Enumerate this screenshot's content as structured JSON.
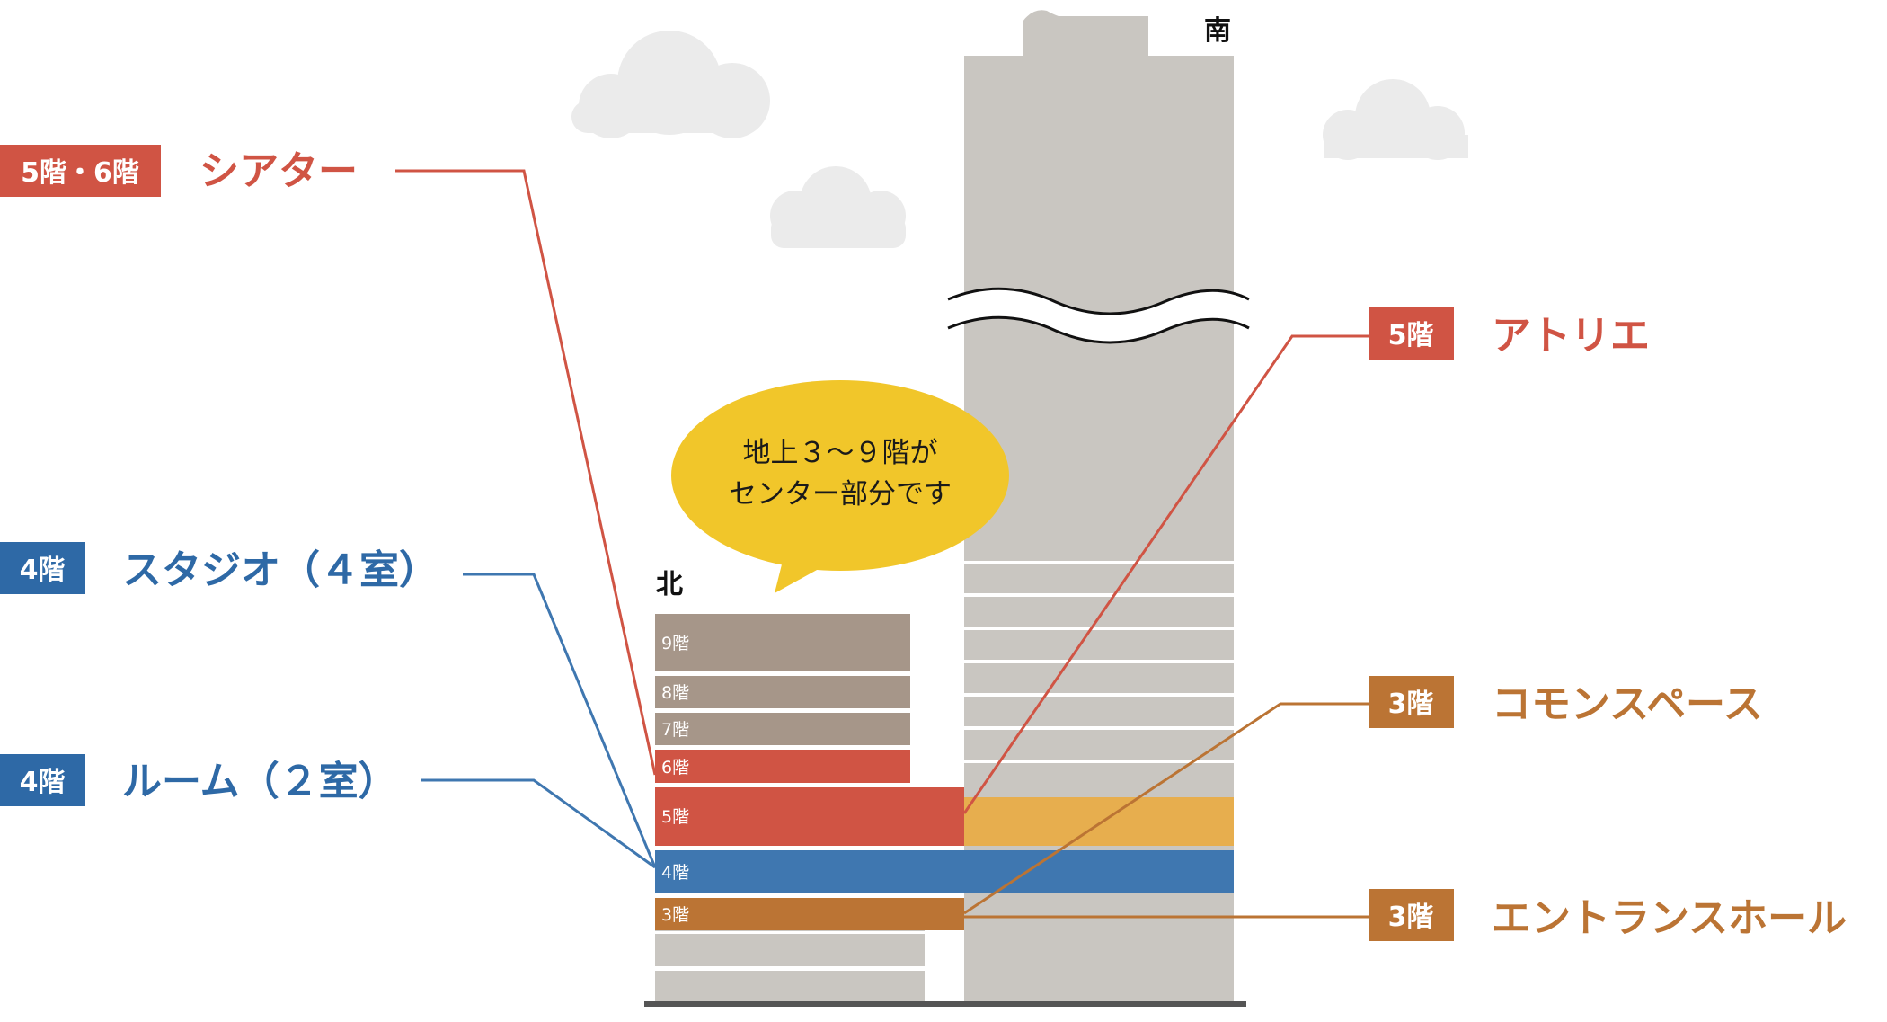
{
  "directions": {
    "south": "南",
    "north": "北"
  },
  "bubble": {
    "line1": "地上３～９階が",
    "line2": "センター部分です"
  },
  "north_floors": [
    {
      "label": "9階",
      "kind": "other"
    },
    {
      "label": "8階",
      "kind": "other"
    },
    {
      "label": "7階",
      "kind": "other"
    },
    {
      "label": "6階",
      "kind": "theater"
    },
    {
      "label": "5階",
      "kind": "theater"
    },
    {
      "label": "4階",
      "kind": "studio"
    },
    {
      "label": "3階",
      "kind": "entrance"
    }
  ],
  "callouts": {
    "theater": {
      "badge": "5階・6階",
      "title": "シアター"
    },
    "studio": {
      "badge": "4階",
      "title": "スタジオ（４室）"
    },
    "room": {
      "badge": "4階",
      "title": "ルーム（２室）"
    },
    "atelier": {
      "badge": "5階",
      "title": "アトリエ"
    },
    "common": {
      "badge": "3階",
      "title": "コモンスペース"
    },
    "entrance": {
      "badge": "3階",
      "title": "エントランスホール"
    }
  },
  "colors": {
    "red": "#d05444",
    "blue": "#3f77b0",
    "brown": "#bb7434",
    "gray_floor": "#a69689",
    "yellow_bubble": "#f1c62a",
    "orange_common": "#e7ae4e",
    "tower": "#c9c6c1",
    "cloud": "#ebebeb"
  }
}
